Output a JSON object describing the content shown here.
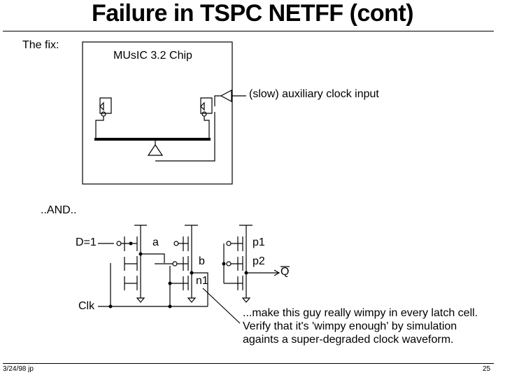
{
  "title": "Failure in TSPC NETFF (cont)",
  "fix_label": "The fix:",
  "chip": {
    "name": "MUsIC 3.2 Chip",
    "aux_clock_label": "(slow) auxiliary clock input"
  },
  "and_label": "..AND..",
  "circuit": {
    "d_label": "D=1",
    "clk_label": "Clk",
    "node_a": "a",
    "node_b": "b",
    "node_n1": "n1",
    "node_p1": "p1",
    "node_p2": "p2",
    "output_q": "Q"
  },
  "note": "...make this guy really wimpy in every latch cell.  Verify that it's 'wimpy enough' by simulation againts a super-degraded clock waveform.",
  "footer": {
    "date": "3/24/98 jp",
    "page": "25"
  }
}
